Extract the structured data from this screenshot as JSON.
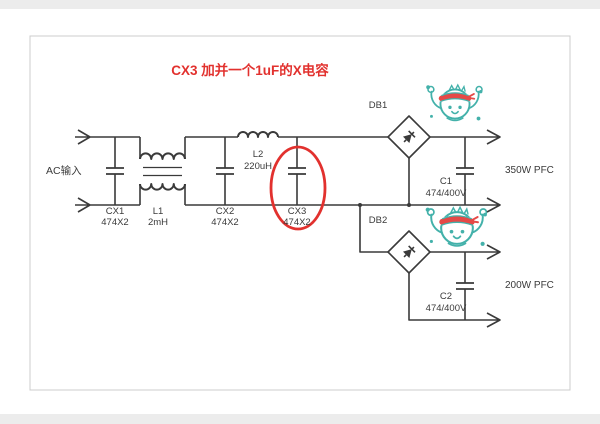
{
  "annotation": {
    "title": "CX3 加并一个1uF的X电容",
    "highlight_target": "CX3",
    "highlight_color": "#e2312e"
  },
  "schematic": {
    "input": {
      "label": "AC输入"
    },
    "components": {
      "cx1": {
        "name": "CX1",
        "value": "474X2"
      },
      "l1": {
        "name": "L1",
        "value": "2mH"
      },
      "cx2": {
        "name": "CX2",
        "value": "474X2"
      },
      "l2": {
        "name": "L2",
        "value": "220uH"
      },
      "cx3": {
        "name": "CX3",
        "value": "474X2"
      },
      "db1": {
        "name": "DB1"
      },
      "db2": {
        "name": "DB2"
      },
      "c1": {
        "name": "C1",
        "value": "474/400V"
      },
      "c2": {
        "name": "C2",
        "value": "474/400V"
      }
    },
    "outputs": {
      "top": {
        "label": "350W PFC"
      },
      "bottom": {
        "label": "200W PFC"
      }
    }
  },
  "watermark": {
    "description": "teal cartoon mascot stamp with red striped headband",
    "color": "#2aa79f",
    "headband_color": "#e2312e"
  },
  "colors": {
    "wire": "#3a3a3a",
    "label_text": "#3a3a3a",
    "frame_border": "#cccccc",
    "background": "#ffffff"
  }
}
